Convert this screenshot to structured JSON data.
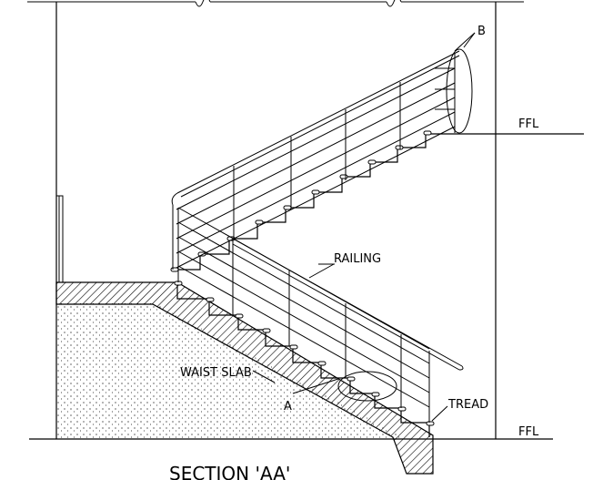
{
  "labels": {
    "ffl_top": "FFL",
    "ffl_bottom": "FFL",
    "railing": "RAILING",
    "waist_slab": "WAIST SLAB",
    "tread": "TREAD",
    "detail_a": "A",
    "detail_b": "B",
    "section_title": "SECTION 'AA'"
  }
}
